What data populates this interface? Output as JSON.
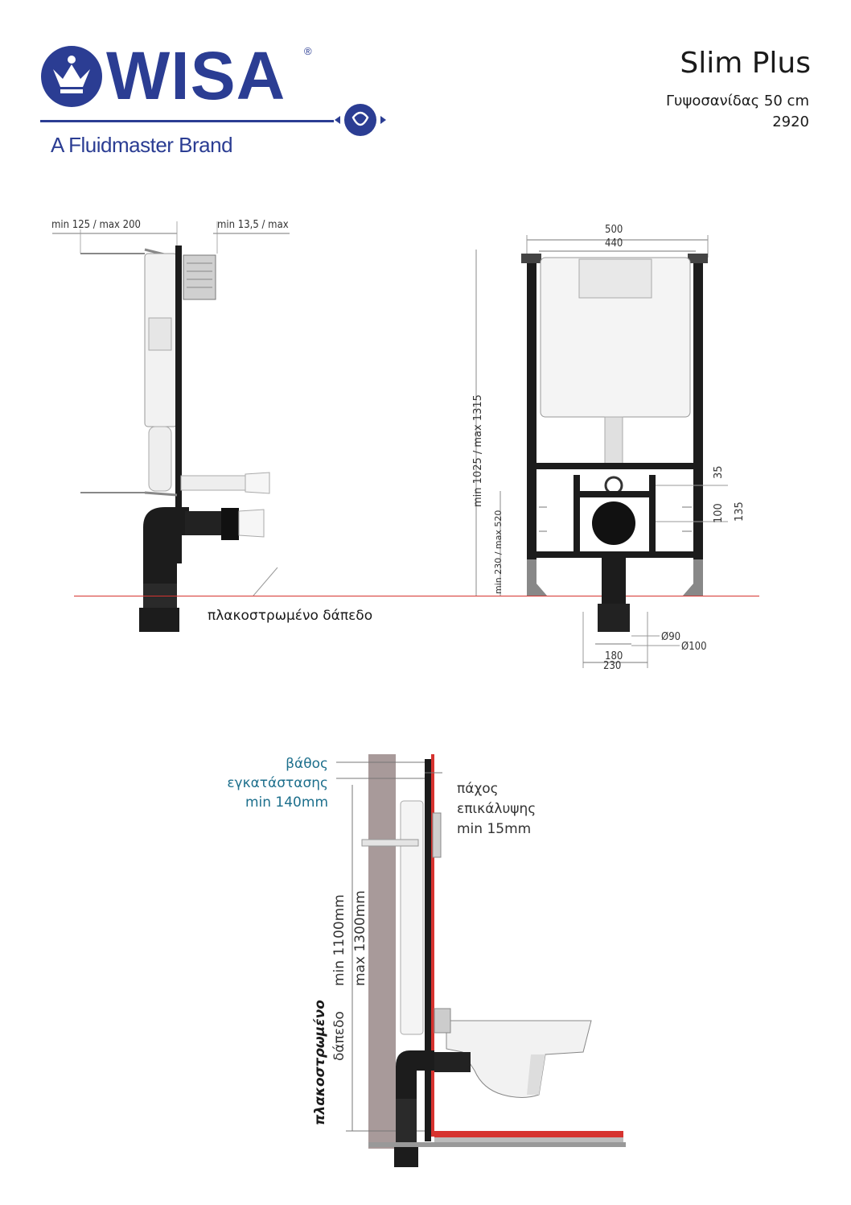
{
  "header": {
    "brand": "WISA",
    "registered": "®",
    "tagline": "A Fluidmaster Brand",
    "product_name": "Slim Plus",
    "product_type": "Γυψοσανίδας 50 cm",
    "product_code": "2920"
  },
  "side_view": {
    "dim_left": "min 125 / max 200",
    "dim_right": "min 13,5 / max",
    "floor_label": "πλακοστρωμένο δάπεδο"
  },
  "front_view": {
    "width_outer": "500",
    "width_inner": "440",
    "height_range": "min 1025 / max 1315",
    "floor_range": "min 230 / max 520",
    "dim_35": "35",
    "dim_100": "100",
    "dim_135": "135",
    "pipe_d90": "Ø90",
    "pipe_d100": "Ø100",
    "dim_180": "180",
    "dim_230": "230"
  },
  "install_view": {
    "depth_label": [
      "βάθος",
      "εγκατάστασης",
      "min 140mm"
    ],
    "cover_label": [
      "πάχος",
      "επικάλυψης",
      "min 15mm"
    ],
    "height_min": "min 1100mm",
    "height_max": "max 1300mm",
    "floor_label_1": "πλακοστρωμένο",
    "floor_label_2": "δάπεδο"
  },
  "colors": {
    "brand_blue": "#2b3d93",
    "accent_teal": "#1d6f8c",
    "floor_red": "#d6332f",
    "frame_black": "#1c1c1c"
  }
}
